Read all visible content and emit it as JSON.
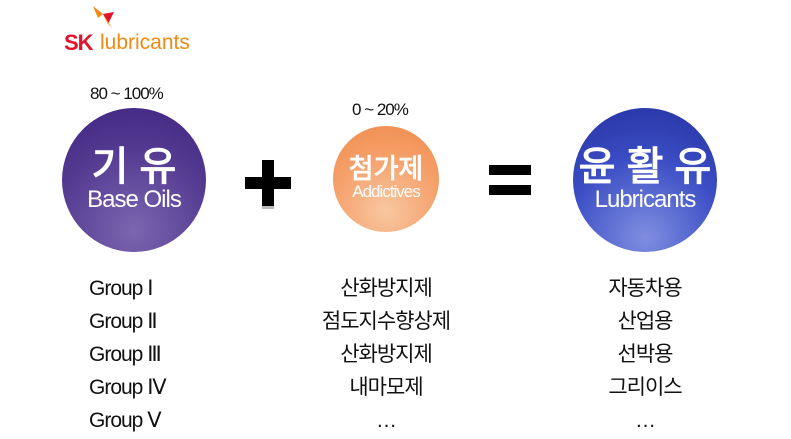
{
  "logo": {
    "brand": "SK",
    "name": "lubricants",
    "colors": {
      "sk": "#e1142b",
      "lubricants": "#f08a14"
    }
  },
  "base_oils": {
    "percent": "80 ~ 100%",
    "korean": "기 유",
    "english": "Base Oils",
    "color": "#52388f"
  },
  "additives": {
    "percent": "0 ~ 20%",
    "korean": "첨가제",
    "english": "Addictives",
    "color": "#f5a06a"
  },
  "lubricants": {
    "korean": "윤 활 유",
    "english": "Lubricants",
    "color": "#3a4cc4"
  },
  "base_oil_groups": [
    "Group Ⅰ",
    "Group Ⅱ",
    "Group Ⅲ",
    "Group Ⅳ",
    "Group Ⅴ"
  ],
  "additive_types": [
    "산화방지제",
    "점도지수향상제",
    "산화방지제",
    "내마모제",
    "…"
  ],
  "lubricant_uses": [
    "자동차용",
    "산업용",
    "선박용",
    "그리이스",
    "…"
  ]
}
